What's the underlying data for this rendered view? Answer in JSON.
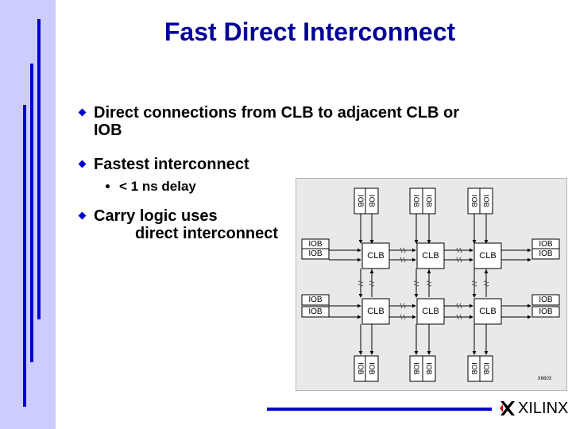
{
  "slide": {
    "title": "Fast Direct Interconnect",
    "bullets": [
      {
        "text_line1": "Direct connections from CLB to adjacent CLB or",
        "text_line2": "IOB"
      },
      {
        "text": "Fastest interconnect",
        "sub": "< 1 ns delay"
      },
      {
        "text_line1": "Carry logic uses",
        "text_line2": "direct interconnect"
      }
    ]
  },
  "diagram": {
    "clb_label": "CLB",
    "iob_label": "IOB",
    "figure_code": "X6603"
  },
  "logo": {
    "text": "XILINX"
  },
  "colors": {
    "sidebar": "#ccccff",
    "accent": "#0000cc",
    "title": "#000099"
  }
}
